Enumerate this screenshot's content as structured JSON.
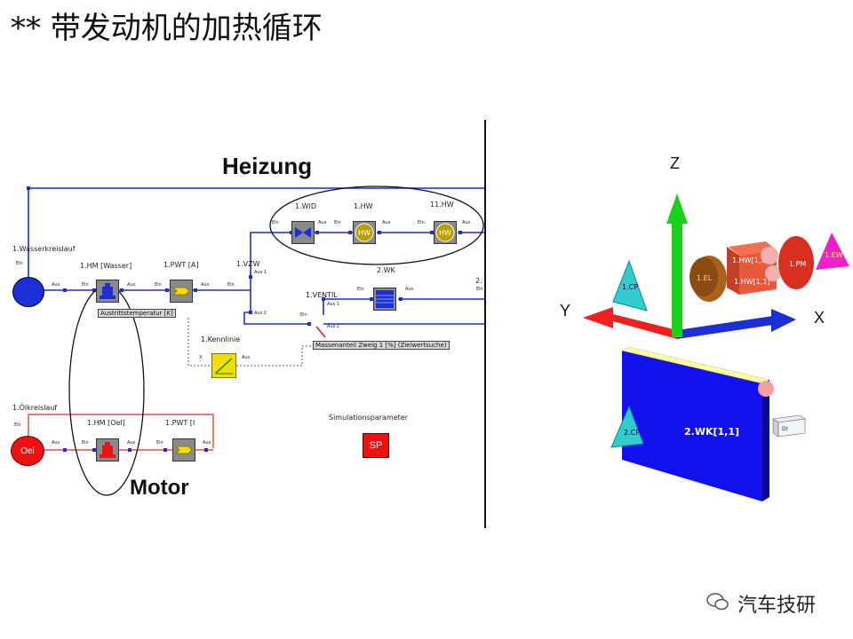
{
  "slide": {
    "title": "** 带发动机的加热循环"
  },
  "labels": {
    "heizung": "Heizung",
    "motor": "Motor"
  },
  "components": {
    "wasser_kreislauf": "1.Wasserkreislauf",
    "hm_wasser": "1.HM [Wasser]",
    "pwt_a": "1.PWT [A]",
    "vzw": "1.VZW",
    "wid": "1.WID",
    "hw1": "1.HW",
    "hw11": "11.HW",
    "wk2": "2.WK",
    "ventil": "1.VENTIL",
    "kennlinie": "1.Kennlinie",
    "oel_kreislauf": "1.Ölkreislauf",
    "hm_oel": "1.HM [Oel]",
    "pwt_b": "1.PWT [I",
    "sim_param": "Simulationsparameter",
    "sp": "SP",
    "oel": "Oel",
    "hw_icon": "HW",
    "right_edge": "2.",
    "right_edge2": "Ein"
  },
  "tooltips": {
    "austritt": "Austrittstemperatur [K]",
    "massanteil": "Massenanteil Zweig 1 [%] (Zielwertsuche)"
  },
  "ports": {
    "ein": "Ein",
    "aus": "Aus",
    "aus1": "Aus 1",
    "aus2": "Aus 2",
    "x": "X"
  },
  "model3d": {
    "axes": {
      "z": "Z",
      "y": "Y",
      "x": "X"
    },
    "cp1": "1.CP",
    "el": "1.EL",
    "hw_box": "1.HW[1,1]",
    "pm": "1.PM",
    "ew": "1.EW",
    "wk_panel": "2.WK[1,1]",
    "cp2": "2.CP",
    "small_box": "Dr"
  },
  "watermark": {
    "text": "汽车技研"
  },
  "colors": {
    "pipe_blue": "#1c2fd6",
    "oil_red": "#e84a4a",
    "panel_blue": "#1111ee",
    "axis_green": "#18d118"
  }
}
